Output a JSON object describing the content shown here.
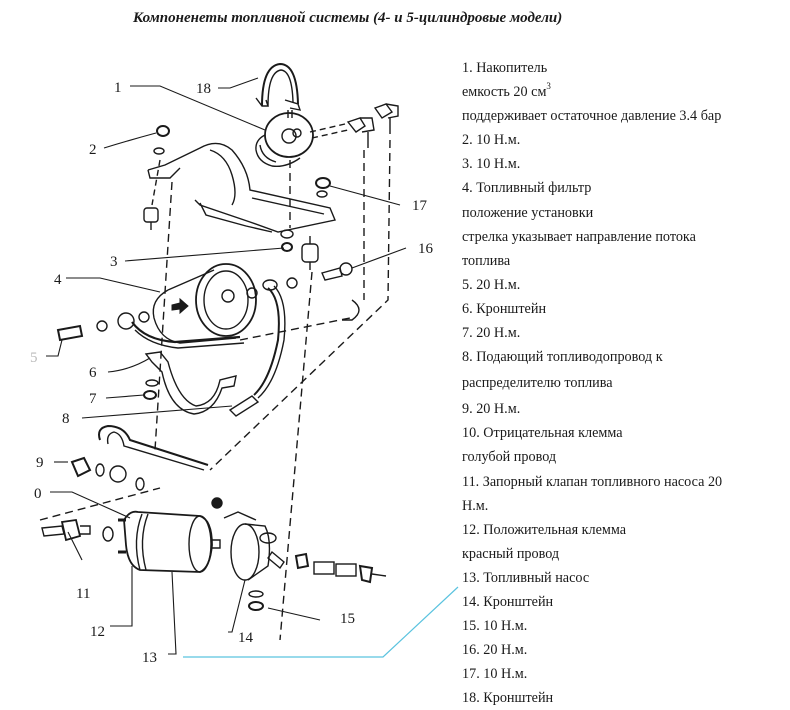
{
  "title": "Компоненеты топливной системы (4- и 5-цилиндровые модели)",
  "diagram": {
    "callouts": [
      "1",
      "2",
      "3",
      "4",
      "5",
      "6",
      "7",
      "8",
      "9",
      "0",
      "11",
      "12",
      "13",
      "14",
      "15",
      "16",
      "17",
      "18"
    ],
    "arrow_icon": "flow-direction-arrow"
  },
  "legend": {
    "rows": [
      {
        "text": "1. Накопитель"
      },
      {
        "text": "емкость 20 см",
        "sup": "3"
      },
      {
        "text": "поддерживает остаточное давление 3.4 бар"
      },
      {
        "text": "2. 10 Н.м."
      },
      {
        "text": "3. 10 Н.м."
      },
      {
        "text": "4. Топливный фильтр"
      },
      {
        "text": "положение установки"
      },
      {
        "text": "стрелка указывает направление потока"
      },
      {
        "text": "топлива"
      },
      {
        "text": "5. 20 Н.м."
      },
      {
        "text": "6. Кронштейн"
      },
      {
        "text": "7. 20 Н.м."
      },
      {
        "text": "8. Подающий топливодопровод к"
      },
      {
        "text": "распределителю топлива"
      },
      {
        "text": "9. 20 Н.м."
      },
      {
        "text": "10. Отрицательная клемма"
      },
      {
        "text": "голубой провод"
      },
      {
        "text": "11. Запорный клапан топливного насоса 20"
      },
      {
        "text": "Н.м."
      },
      {
        "text": "12. Положительная клемма"
      },
      {
        "text": "красный провод"
      },
      {
        "text": "13. Топливный насос"
      },
      {
        "text": "14. Кронштейн"
      },
      {
        "text": "15. 10 Н.м."
      },
      {
        "text": "16. 20 Н.м."
      },
      {
        "text": "17. 10 Н.м."
      },
      {
        "text": "18. Кронштейн"
      }
    ]
  },
  "colors": {
    "ink": "#1a1a1a",
    "leader_line": "#5bc3df",
    "background": "#ffffff"
  }
}
